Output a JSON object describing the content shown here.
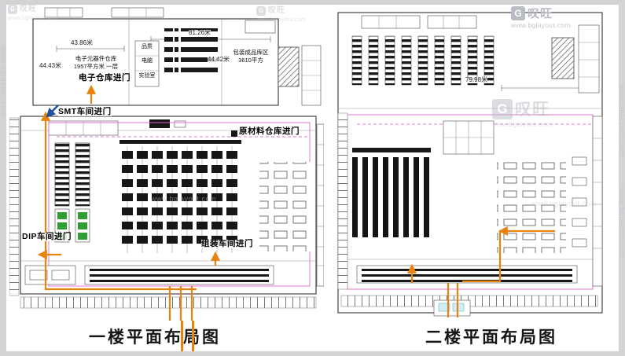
{
  "watermark": {
    "logo_letters": "G",
    "brand": "叹旺",
    "url": "www.bglayout.com"
  },
  "floor1": {
    "caption": "一楼平面布局图",
    "dimensions": {
      "width_left": "43.86米",
      "height_left": "44.43米",
      "width_top": "81.26米",
      "height_right": "44.42米"
    },
    "rooms": {
      "electronics_warehouse": "电子元器件仓库\n1957平方米 一层",
      "lab_rows": [
        "品质",
        "电脑",
        "实验室"
      ],
      "packaging": "包装成品库区\n3610平方"
    },
    "entrances": {
      "electronics": "电子仓库进门",
      "smt": "SMT车间进门",
      "raw_material": "原材料仓库进门",
      "dip": "DIP车间进门",
      "assembly": "组装车间进门"
    }
  },
  "floor2": {
    "caption": "二楼平面布局图",
    "dimensions": {
      "width": "79.98米"
    }
  }
}
